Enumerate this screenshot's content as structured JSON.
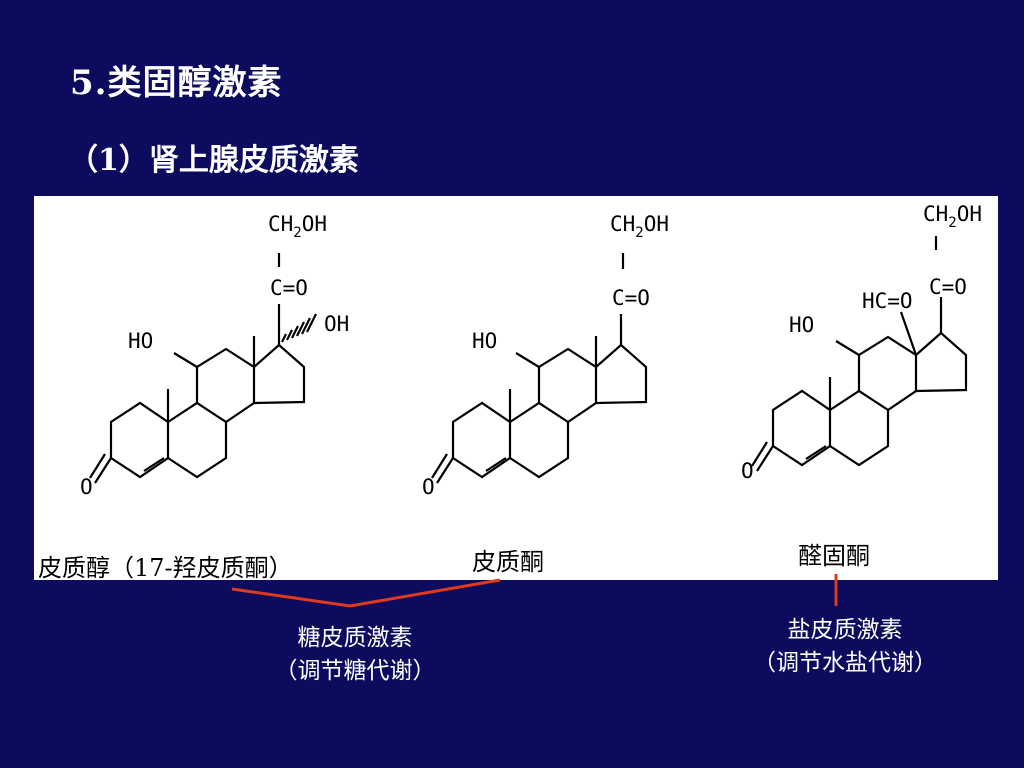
{
  "slide": {
    "title": "5.类固醇激素",
    "subtitle": "（1）肾上腺皮质激素"
  },
  "labels": {
    "ch2oh_main": "CH",
    "ch2oh_sub": "2",
    "ch2oh_tail": "OH",
    "carbonyl": "C=O",
    "hydroxyl_oh": "OH",
    "hydroxyl_ho": "HO",
    "ketone_o": "O",
    "aldehyde": "HC=O"
  },
  "compounds": [
    {
      "name": "皮质醇（17-羟皮质酮）"
    },
    {
      "name": "皮质酮"
    },
    {
      "name": "醛固酮"
    }
  ],
  "groups": {
    "glucocorticoid_name": "糖皮质激素",
    "glucocorticoid_role": "（调节糖代谢）",
    "mineralocorticoid_name": "盐皮质激素",
    "mineralocorticoid_role": "（调节水盐代谢）"
  },
  "colors": {
    "background": "#0d0b5e",
    "panel": "#ffffff",
    "bracket": "#e03a1e",
    "text": "#ffffff"
  }
}
